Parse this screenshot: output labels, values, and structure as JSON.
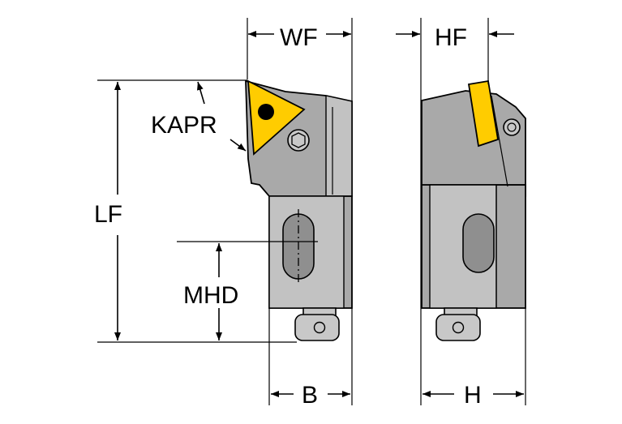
{
  "labels": {
    "wf": "WF",
    "hf": "HF",
    "kapr": "KAPR",
    "lf": "LF",
    "mhd": "MHD",
    "b": "B",
    "h": "H"
  },
  "colors": {
    "insert": "#ffcc00",
    "body": "#a9a9a9",
    "body_dark": "#8f8f8f",
    "body_light": "#c2c2c2",
    "line": "#000000",
    "background": "#ffffff"
  }
}
